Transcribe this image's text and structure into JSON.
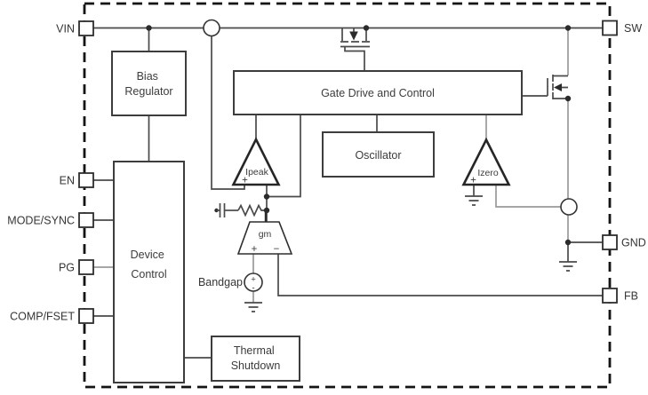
{
  "colors": {
    "line": "#4a4a4a",
    "line_gray": "#9a9a9a",
    "border_dash": "#141414",
    "text": "#3c3c3c",
    "background": "#ffffff"
  },
  "pins": {
    "left": [
      {
        "id": "vin",
        "label": "VIN"
      },
      {
        "id": "en",
        "label": "EN"
      },
      {
        "id": "mode_sync",
        "label": "MODE/SYNC"
      },
      {
        "id": "pg",
        "label": "PG"
      },
      {
        "id": "comp_fset",
        "label": "COMP/FSET"
      }
    ],
    "right": [
      {
        "id": "sw",
        "label": "SW"
      },
      {
        "id": "gnd",
        "label": "GND"
      },
      {
        "id": "fb",
        "label": "FB"
      }
    ]
  },
  "blocks": {
    "bias_regulator": {
      "lines": [
        "Bias",
        "Regulator"
      ]
    },
    "device_control": {
      "lines": [
        "Device",
        "Control"
      ]
    },
    "gate_drive_and_control": {
      "label": "Gate Drive and Control"
    },
    "oscillator": {
      "label": "Oscillator"
    },
    "thermal_shutdown": {
      "lines": [
        "Thermal",
        "Shutdown"
      ]
    }
  },
  "amplifiers": {
    "ipeak_comparator": {
      "label": "Ipeak",
      "plus": "+"
    },
    "izero_comparator": {
      "label": "Izero",
      "plus": "+"
    },
    "gm_error_amplifier": {
      "label": "gm",
      "plus": "+",
      "minus": "−"
    }
  },
  "sources": {
    "bandgap": {
      "label": "Bandgap",
      "plus": "+",
      "minus": "-"
    }
  }
}
